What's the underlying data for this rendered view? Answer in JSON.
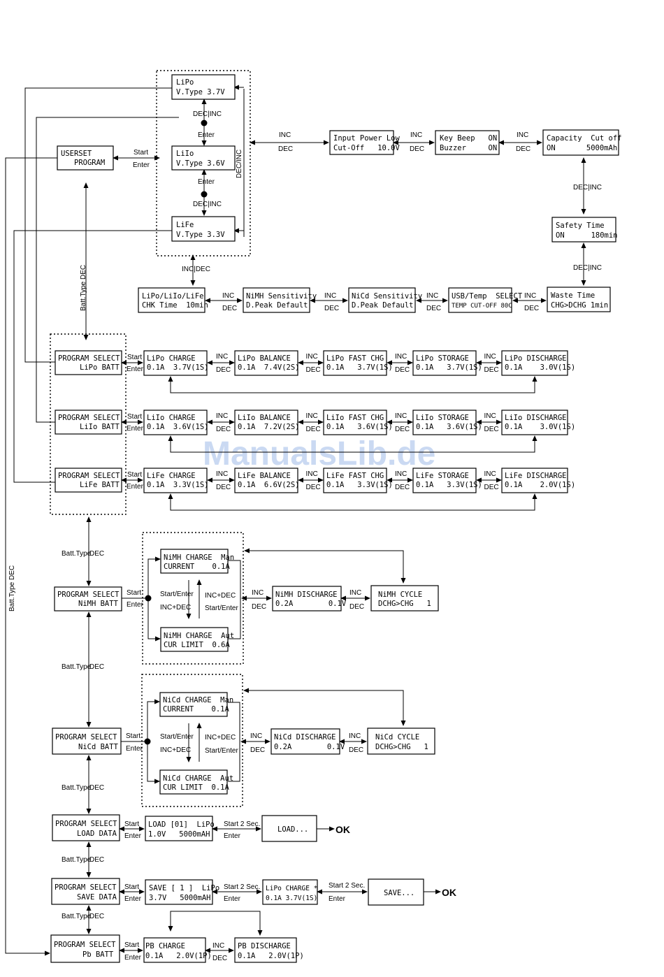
{
  "watermark": "ManualsLib.de",
  "labels": {
    "inc": "INC",
    "dec": "DEC",
    "start": "Start",
    "enter": "Enter",
    "dec_inc": "DEC|INC",
    "inc_dec": "INC|DEC",
    "dec_inc_v": "DEC/INC",
    "batt_type_dec": "Batt.Type  DEC",
    "batt_type": "Batt.Type",
    "start_2sec": "Start 2 Sec.",
    "start_enter": "Start/Enter",
    "inc_plus_dec": "INC+DEC",
    "ok": "OK"
  },
  "userset": {
    "program": [
      "USERSET",
      "PROGRAM"
    ],
    "lipo": [
      "LiPo",
      "V.Type 3.7V"
    ],
    "liio": [
      "LiIo",
      "V.Type 3.6V"
    ],
    "life": [
      "LiFe",
      "V.Type 3.3V"
    ],
    "input_power": [
      "Input Power Low",
      "Cut-Off   10.0V"
    ],
    "key_beep": [
      "Key Beep   ON",
      "Buzzer     ON"
    ],
    "capacity": [
      "Capacity  Cut off",
      "ON       5000mAh"
    ],
    "safety_time": [
      "Safety Time",
      "ON      180min"
    ],
    "waste_time": [
      "Waste Time",
      "CHG>DCHG 1min"
    ],
    "usb_temp": [
      "USB/Temp  SELECT",
      "TEMP CUT-OFF 80C"
    ],
    "nicd_sens": [
      "NiCd Sensitivity",
      "D.Peak Default"
    ],
    "nimh_sens": [
      "NiMH Sensitivity",
      "D.Peak Default"
    ],
    "chk_time": [
      "LiPo/LiIo/LiFe",
      "CHK Time  10min"
    ]
  },
  "lipo_row": {
    "select": [
      "PROGRAM SELECT",
      "LiPo BATT"
    ],
    "items": [
      [
        "LiPo CHARGE",
        "0.1A  3.7V(1S)"
      ],
      [
        "LiPo BALANCE",
        "0.1A  7.4V(2S)"
      ],
      [
        "LiPo FAST CHG",
        "0.1A   3.7V(1S)"
      ],
      [
        "LiPo STORAGE",
        "0.1A   3.7V(1S)"
      ],
      [
        "LiPo DISCHARGE",
        "0.1A    3.0V(1S)"
      ]
    ]
  },
  "liio_row": {
    "select": [
      "PROGRAM SELECT",
      "LiIo BATT"
    ],
    "items": [
      [
        "LiIo CHARGE",
        "0.1A  3.6V(1S)"
      ],
      [
        "LiIo BALANCE",
        "0.1A  7.2V(2S)"
      ],
      [
        "LiIo FAST CHG",
        "0.1A   3.6V(1S)"
      ],
      [
        "LiIo STORAGE",
        "0.1A   3.6V(1S)"
      ],
      [
        "LiIo DISCHARGE",
        "0.1A    3.0V(1S)"
      ]
    ]
  },
  "life_row": {
    "select": [
      "PROGRAM SELECT",
      "LiFe BATT"
    ],
    "items": [
      [
        "LiFe CHARGE",
        "0.1A  3.3V(1S)"
      ],
      [
        "LiFe BALANCE",
        "0.1A  6.6V(2S)"
      ],
      [
        "LiFe FAST CHG",
        "0.1A   3.3V(1S)"
      ],
      [
        "LiFe STORAGE",
        "0.1A   3.3V(1S)"
      ],
      [
        "LiFe DISCHARGE",
        "0.1A    2.0V(1S)"
      ]
    ]
  },
  "nimh": {
    "select": [
      "PROGRAM SELECT",
      "NiMH BATT"
    ],
    "charge_man": [
      "NiMH CHARGE  Man",
      "CURRENT    0.1A"
    ],
    "charge_aut": [
      "NiMH CHARGE  Aut",
      "CUR LIMIT  0.6A"
    ],
    "discharge": [
      "NiMH DISCHARGE",
      "0.2A        0.1V"
    ],
    "cycle": [
      "NiMH CYCLE",
      "DCHG>CHG   1"
    ]
  },
  "nicd": {
    "select": [
      "PROGRAM SELECT",
      "NiCd BATT"
    ],
    "charge_man": [
      "NiCd CHARGE  Man",
      "CURRENT    0.1A"
    ],
    "charge_aut": [
      "NiCd CHARGE  Aut",
      "CUR LIMIT  0.1A"
    ],
    "discharge": [
      "NiCd DISCHARGE",
      "0.2A        0.1V"
    ],
    "cycle": [
      "NiCd CYCLE",
      "DCHG>CHG   1"
    ]
  },
  "load": {
    "select": [
      "PROGRAM SELECT",
      "LOAD DATA"
    ],
    "slot": [
      "LOAD [01]  LiPo",
      "1.0V   5000mAH"
    ],
    "progress": "LOAD..."
  },
  "save": {
    "select": [
      "PROGRAM SELECT",
      "SAVE DATA"
    ],
    "slot": [
      "SAVE [ 1 ]  LiPo",
      "3.7V   5000mAH"
    ],
    "charge": [
      "LiPo CHARGE *",
      "0.1A 3.7V(1S)"
    ],
    "progress": "SAVE..."
  },
  "pb": {
    "select": [
      "PROGRAM SELECT",
      "Pb BATT"
    ],
    "charge": [
      "PB CHARGE",
      "0.1A   2.0V(1P)"
    ],
    "discharge": [
      "PB DISCHARGE",
      "0.1A   2.0V(1P)"
    ]
  }
}
